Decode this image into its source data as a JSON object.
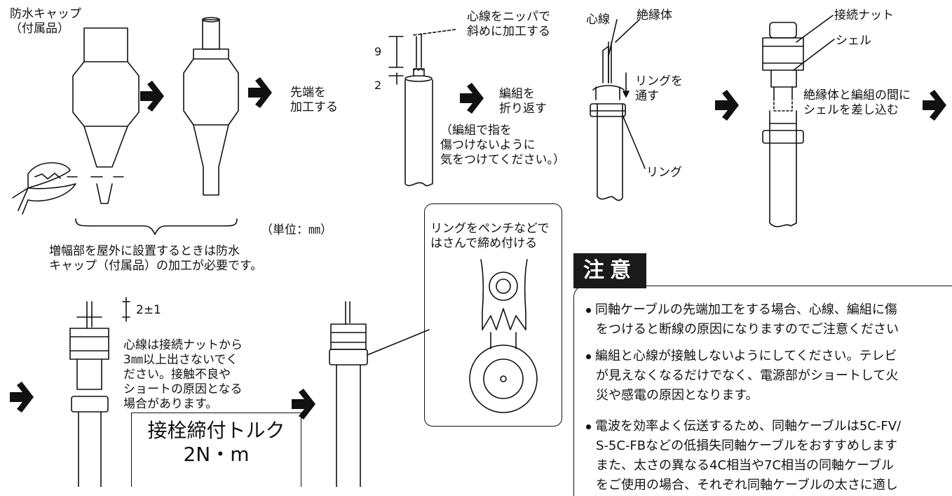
{
  "cap_label": "防水キャップ\n（付属品）",
  "tip_label": "先端を\n加工する",
  "cap_note": "増幅部を屋外に設置するときは防水\nキャップ（付属品）の加工が必要です。",
  "unit_label": "（単位：㎜）",
  "core_cut_label": "心線をニッパで\n斜めに加工する",
  "dim_9": "9",
  "dim_2": "2",
  "fold_label": "編組を\n折り返す",
  "fold_warning": "（編組で指を\n傷つけないように\n気をつけてください。）",
  "core_label": "心線",
  "insulator_label": "絶縁体",
  "ring_through_label": "リングを\n通す",
  "ring_label": "リング",
  "nut_label": "接続ナット",
  "shell_label": "シェル",
  "shell_insert_label": "絶縁体と編組の間に\nシェルを差し込む",
  "dim_2pm1": "2±1",
  "core_note": "心線は接続ナットから\n3㎜以上出さないでく\nださい。接触不良や\nショートの原因となる\n場合があります。",
  "torque_title": "接栓締付トルク",
  "torque_value": "2N・m",
  "pliers_label": "リングをペンチなどで\nはさんで締め付ける",
  "caution_title": "注意",
  "caution_items": [
    {
      "l1": "同軸ケーブルの先端加工をする場合、心線、編組に傷",
      "l2": "をつけると断線の原因になりますのでご注意ください"
    },
    {
      "l1": "編組と心線が接触しないようにしてください。テレビ",
      "l2": "が見えなくなるだけでなく、電源部がショートして火",
      "l3": "災や感電の原因となります。"
    },
    {
      "l1": "電波を効率よく伝送するため、同軸ケーブルは5C-FV/",
      "l2": "S-5C-FBなどの低損失同軸ケーブルをおすすめします",
      "l3": "また、太さの異なる4C相当や7C相当の同軸ケーブル",
      "l4": "をご使用の場合、それぞれ同軸ケーブルの太さに適し"
    }
  ]
}
